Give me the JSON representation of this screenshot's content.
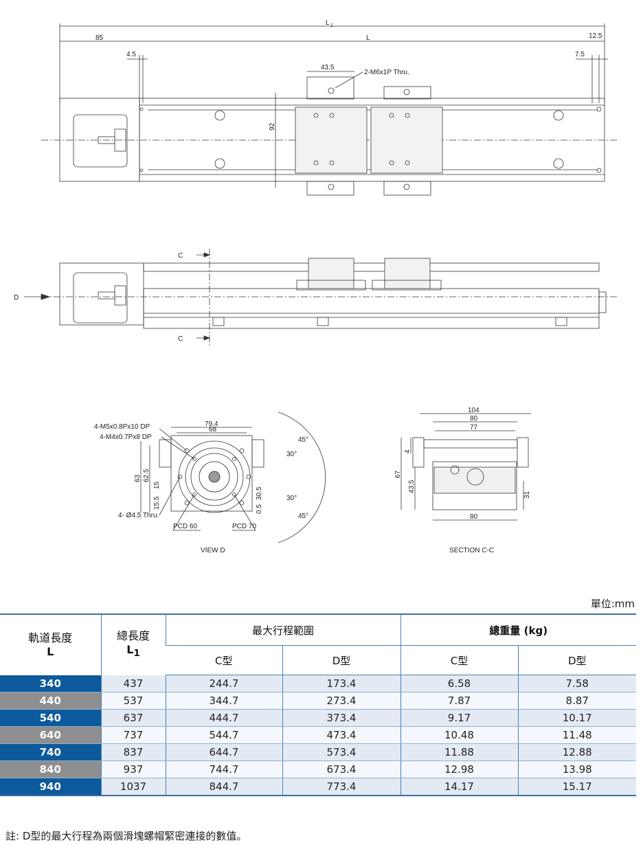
{
  "drawing": {
    "top_view": {
      "dims": {
        "L1": "L",
        "L1_sub": "1",
        "L": "L",
        "d85": "85",
        "d12_5": "12.5",
        "d4_5": "4.5",
        "d7_5": "7.5",
        "d43_5": "43.5",
        "d92": "92"
      },
      "callout": "2-M6x1P Thru."
    },
    "side_view": {
      "C": "C",
      "D": "D"
    },
    "view_d": {
      "label": "VIEW D",
      "callouts": [
        "4-M5x0.8Px10 DP",
        "4-M4x0.7Px8 DP",
        "4- Ø4.5 Thru.",
        "PCD 60",
        "PCD 70"
      ],
      "dims": [
        "79.4",
        "68",
        "63",
        "62.5",
        "15",
        "15.5",
        "30.5",
        "0.5"
      ],
      "angles": [
        "45°",
        "30°",
        "30°",
        "45°"
      ]
    },
    "section_cc": {
      "label": "SECTION C-C",
      "dims": [
        "104",
        "80",
        "77",
        "4",
        "67",
        "43.5",
        "31",
        "80"
      ]
    }
  },
  "table": {
    "unit_label": "單位:mm",
    "headers": {
      "rail_length": "軌道長度",
      "rail_length_sym": "L",
      "total_length": "總長度",
      "total_length_sym": "L",
      "total_length_sub": "1",
      "max_stroke": "最大行程範圍",
      "total_weight": "總重量 (kg)",
      "c_type": "C型",
      "d_type": "D型"
    },
    "rows": [
      {
        "L": "340",
        "L1": "437",
        "stroke_c": "244.7",
        "stroke_d": "173.4",
        "weight_c": "6.58",
        "weight_d": "7.58"
      },
      {
        "L": "440",
        "L1": "537",
        "stroke_c": "344.7",
        "stroke_d": "273.4",
        "weight_c": "7.87",
        "weight_d": "8.87"
      },
      {
        "L": "540",
        "L1": "637",
        "stroke_c": "444.7",
        "stroke_d": "373.4",
        "weight_c": "9.17",
        "weight_d": "10.17"
      },
      {
        "L": "640",
        "L1": "737",
        "stroke_c": "544.7",
        "stroke_d": "473.4",
        "weight_c": "10.48",
        "weight_d": "11.48"
      },
      {
        "L": "740",
        "L1": "837",
        "stroke_c": "644.7",
        "stroke_d": "573.4",
        "weight_c": "11.88",
        "weight_d": "12.88"
      },
      {
        "L": "840",
        "L1": "937",
        "stroke_c": "744.7",
        "stroke_d": "673.4",
        "weight_c": "12.98",
        "weight_d": "13.98"
      },
      {
        "L": "940",
        "L1": "1037",
        "stroke_c": "844.7",
        "stroke_d": "773.4",
        "weight_c": "14.17",
        "weight_d": "15.17"
      }
    ],
    "colors": {
      "key_odd": "#0c5a9c",
      "key_even": "#8e8e8e",
      "row_odd": "#e3eaf3",
      "row_even": "#f4f7fb",
      "rule": "#3b6fa8"
    }
  },
  "note": "註: D型的最大行程為兩個滑塊螺帽緊密連接的數值。"
}
